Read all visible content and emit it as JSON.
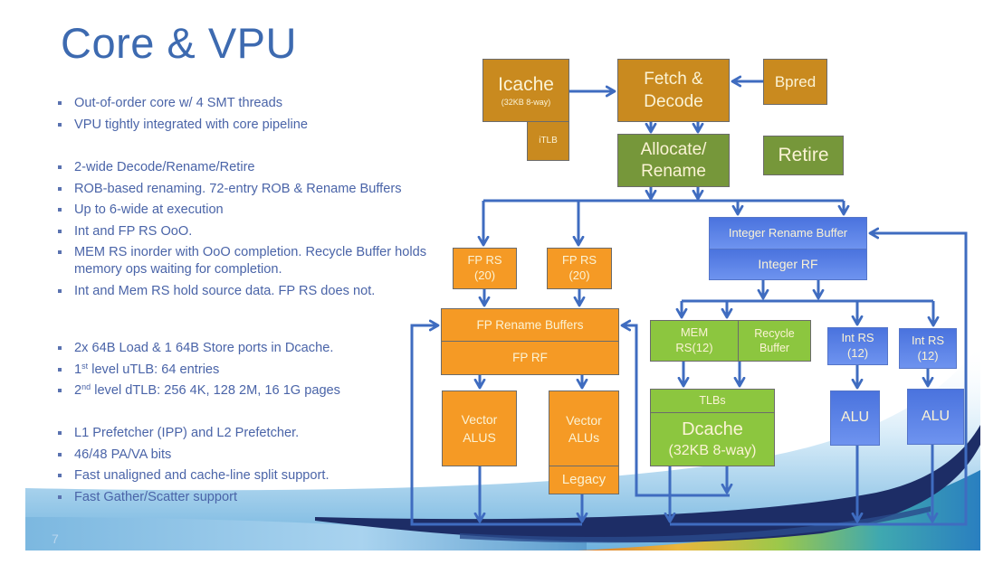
{
  "slide": {
    "title": "Core & VPU",
    "slide_number": "7",
    "bullet_groups": [
      [
        {
          "text": "Out-of-order core w/ 4 SMT threads"
        },
        {
          "text": "VPU tightly integrated with core pipeline"
        }
      ],
      [
        {
          "text": "2-wide Decode/Rename/Retire"
        },
        {
          "text": "ROB-based renaming. 72-entry ROB & Rename Buffers"
        },
        {
          "text": "Up to 6-wide at execution"
        },
        {
          "text": "Int and FP RS OoO."
        },
        {
          "text": "MEM RS inorder with OoO completion. Recycle Buffer holds memory ops waiting for completion."
        },
        {
          "text": "Int and Mem RS hold source data. FP RS does  not."
        }
      ],
      [
        {
          "text": "2x 64B Load & 1 64B Store ports in Dcache."
        },
        {
          "pre": "1",
          "sup": "st",
          "post": " level uTLB: 64 entries"
        },
        {
          "pre": "2",
          "sup": "nd",
          "post": " level dTLB: 256 4K, 128 2M, 16 1G pages"
        }
      ],
      [
        {
          "text": "L1 Prefetcher (IPP) and L2 Prefetcher."
        },
        {
          "text": "46/48 PA/VA bits"
        },
        {
          "text": "Fast unaligned and cache-line split support."
        },
        {
          "text": "Fast Gather/Scatter support"
        }
      ]
    ]
  },
  "diagram": {
    "icache": {
      "label": "Icache",
      "sub": "(32KB 8-way)"
    },
    "itlb": {
      "label": "iTLB"
    },
    "fetch_decode": {
      "line1": "Fetch &",
      "line2": "Decode"
    },
    "bpred": {
      "label": "Bpred"
    },
    "allocate_rename": {
      "line1": "Allocate/",
      "line2": "Rename"
    },
    "retire": {
      "label": "Retire"
    },
    "fp_rs_1": {
      "line1": "FP RS",
      "line2": "(20)"
    },
    "fp_rs_2": {
      "line1": "FP RS",
      "line2": "(20)"
    },
    "fp_rename_buffers": {
      "label": "FP Rename Buffers"
    },
    "fp_rf": {
      "label": "FP RF"
    },
    "vector_alus_1": {
      "line1": "Vector",
      "line2": "ALUS"
    },
    "vector_alus_2": {
      "line1": "Vector",
      "line2": "ALUs"
    },
    "legacy": {
      "label": "Legacy"
    },
    "integer_rename_buffer": {
      "label": "Integer Rename Buffer"
    },
    "integer_rf": {
      "label": "Integer RF"
    },
    "mem_rs": {
      "line1": "MEM",
      "line2": "RS(12)"
    },
    "recycle_buffer": {
      "line1": "Recycle",
      "line2": "Buffer"
    },
    "tlbs": {
      "label": "TLBs"
    },
    "dcache": {
      "label": "Dcache",
      "sub": "(32KB 8-way)"
    },
    "int_rs_1": {
      "line1": "Int RS",
      "line2": "(12)"
    },
    "int_rs_2": {
      "line1": "Int RS",
      "line2": "(12)"
    },
    "alu_1": {
      "label": "ALU"
    },
    "alu_2": {
      "label": "ALU"
    }
  },
  "colors": {
    "title": "#3d6ab0",
    "bullet_text": "#4a64a8",
    "frontend_gold": "#c98a1f",
    "pipeline_green": "#76973a",
    "fp_orange": "#f59a25",
    "mem_green": "#8cc63f",
    "integer_blue": "#4a73de",
    "arrow": "#3f6cc0"
  }
}
